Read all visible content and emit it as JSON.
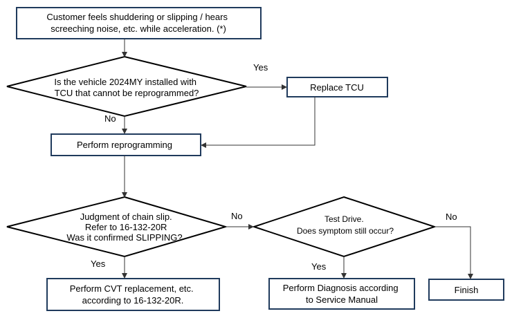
{
  "nodes": {
    "start": {
      "lines": [
        "Customer feels shuddering or slipping / hears",
        "screeching noise, etc. while acceleration. (*)"
      ]
    },
    "decision_tcu": {
      "lines": [
        "Is the vehicle 2024MY installed with",
        "TCU that cannot be reprogrammed?"
      ]
    },
    "replace_tcu": {
      "lines": [
        "Replace TCU"
      ]
    },
    "reprogram": {
      "lines": [
        "Perform reprogramming"
      ]
    },
    "decision_slip": {
      "lines": [
        "Judgment of chain slip.",
        "Refer to 16-132-20R",
        "Was it confirmed SLIPPING?"
      ]
    },
    "test_drive": {
      "lines": [
        "Test Drive.",
        "Does symptom still occur?"
      ]
    },
    "cvt_replace": {
      "lines": [
        "Perform CVT replacement, etc.",
        "according to 16-132-20R."
      ]
    },
    "diagnosis": {
      "lines": [
        "Perform Diagnosis according",
        "to Service Manual"
      ]
    },
    "finish": {
      "lines": [
        "Finish"
      ]
    }
  },
  "edge_labels": {
    "tcu_yes": "Yes",
    "tcu_no": "No",
    "slip_no": "No",
    "slip_yes": "Yes",
    "drive_yes": "Yes",
    "drive_no": "No"
  },
  "colors": {
    "box_border": "#1f3a5c",
    "diamond_border": "#000000",
    "arrow": "#333333"
  }
}
